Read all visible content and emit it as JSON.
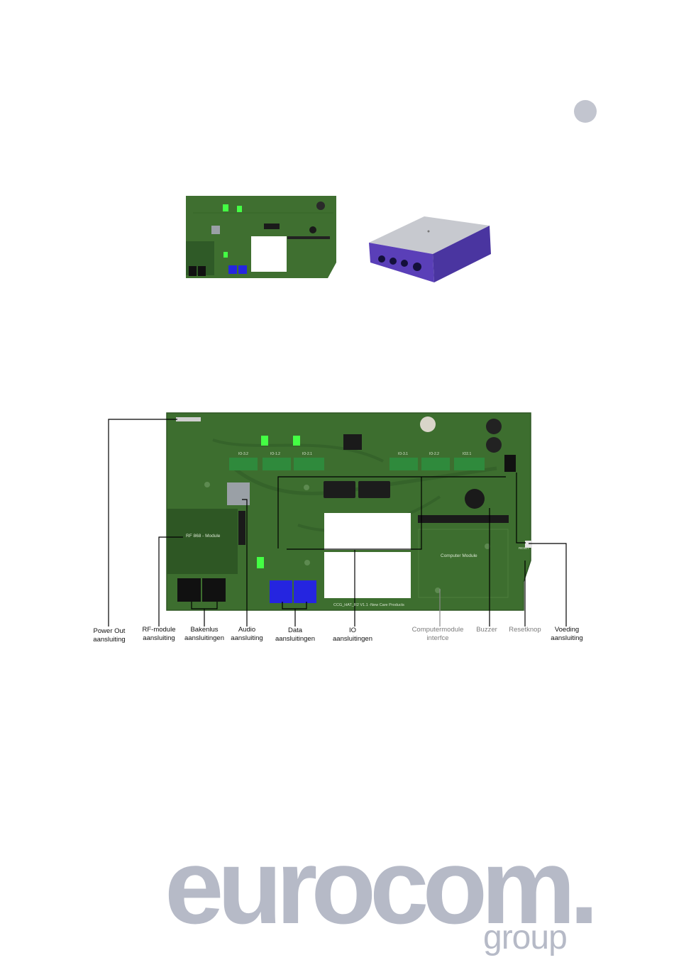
{
  "labels": {
    "power_out": [
      "Power Out",
      "aansluiting"
    ],
    "rf_module": [
      "RF-module",
      "aansluiting"
    ],
    "bakenlus": [
      "Bakenlus",
      "aansluitingen"
    ],
    "audio": [
      "Audio",
      "aansluiting"
    ],
    "data": [
      "Data",
      "aansluitingen"
    ],
    "io": [
      "IO",
      "aansluitingen"
    ],
    "computermodule": [
      "Computermodule",
      "interfce"
    ],
    "buzzer": "Buzzer",
    "resetknop": "Resetknop",
    "voeding": [
      "Voeding",
      "aansluiting"
    ]
  },
  "board": {
    "rf_module_text": "RF 868 - Module",
    "computer_module_text": "Computer Module",
    "io_headers": [
      "IO-3.2",
      "IO-1.2",
      "IO-2.1",
      "IO-3.1",
      "IO-2.2",
      "IO2.1"
    ],
    "silk_text": "CCG_HAT_R2 V1.1 -New Care Products",
    "reset_text": "RESET"
  },
  "logo": {
    "main": "eurocom.",
    "sub": "group"
  },
  "colors": {
    "pcb": "#3d6e2f",
    "pcb_dark": "#2e5724",
    "blue_connector": "#2525e0",
    "led_green": "#44ff44",
    "logo_gray": "#b6bac7"
  }
}
